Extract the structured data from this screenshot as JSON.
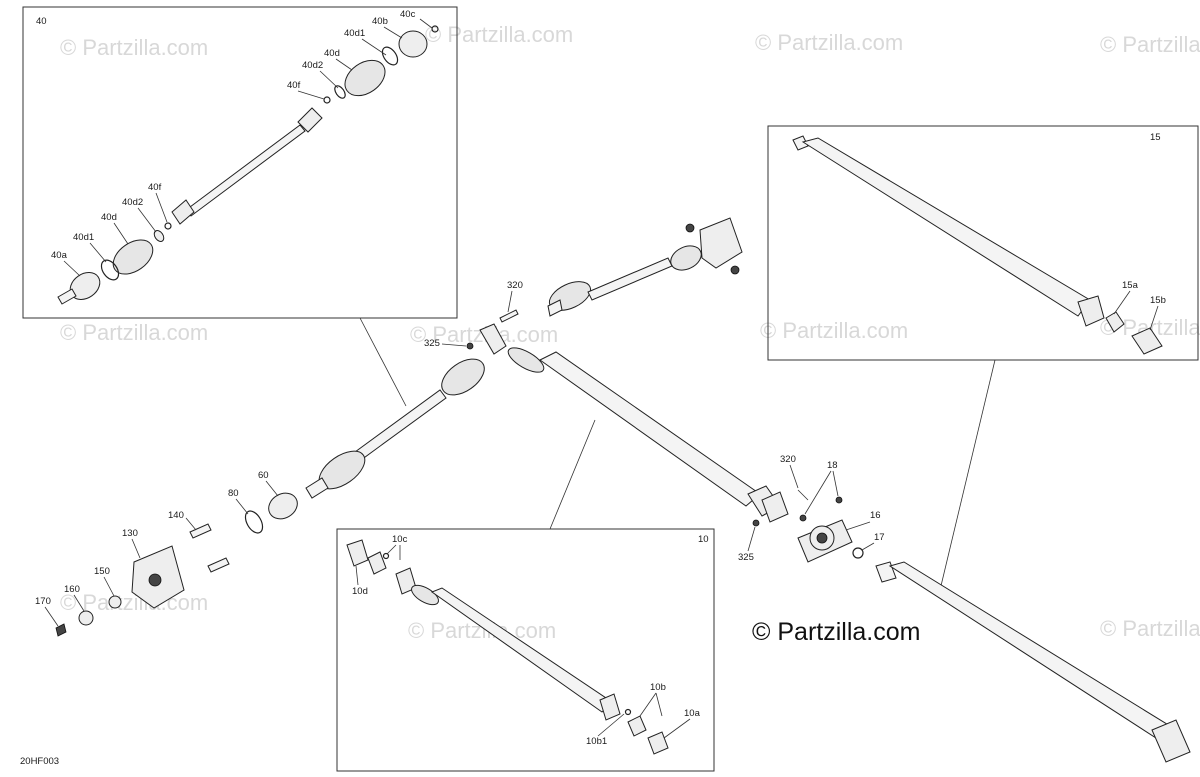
{
  "watermark": {
    "faint_text": "© Partzilla.com",
    "main_text": "© Partzilla.com"
  },
  "figure_code": "20HF003",
  "insets": {
    "front_axle_box_label": "40",
    "rear_prop_box_label": "15",
    "front_prop_box_label": "10"
  },
  "callouts": {
    "c40c": "40c",
    "c40b_top": "40b",
    "c40d1_top": "40d1",
    "c40d_top": "40d",
    "c40d2_top": "40d2",
    "c40f_top": "40f",
    "c40f_bot": "40f",
    "c40d2_bot": "40d2",
    "c40d_bot": "40d",
    "c40d1_bot": "40d1",
    "c40a": "40a",
    "c15a": "15a",
    "c15b": "15b",
    "c320_top": "320",
    "c325_top": "325",
    "c320_mid": "320",
    "c325_mid": "325",
    "c18": "18",
    "c16": "16",
    "c17": "17",
    "c60": "60",
    "c80": "80",
    "c140": "140",
    "c130": "130",
    "c150": "150",
    "c160": "160",
    "c170": "170",
    "c10c": "10c",
    "c10d": "10d",
    "c10b": "10b",
    "c10b1": "10b1",
    "c10a": "10a"
  }
}
